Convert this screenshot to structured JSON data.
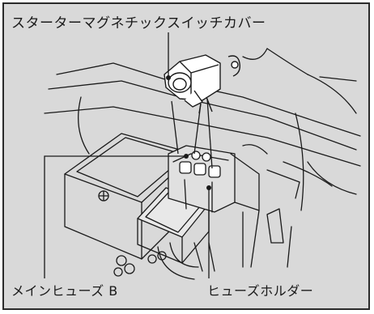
{
  "callouts": {
    "starter_cover": "スターターマグネチックスイッチカバー",
    "main_fuse": "メインヒューズ B",
    "fuse_holder": "ヒューズホルダー"
  },
  "colors": {
    "background": "#d9d9d9",
    "line": "#1a1a1a",
    "part_fill": "#ffffff"
  }
}
